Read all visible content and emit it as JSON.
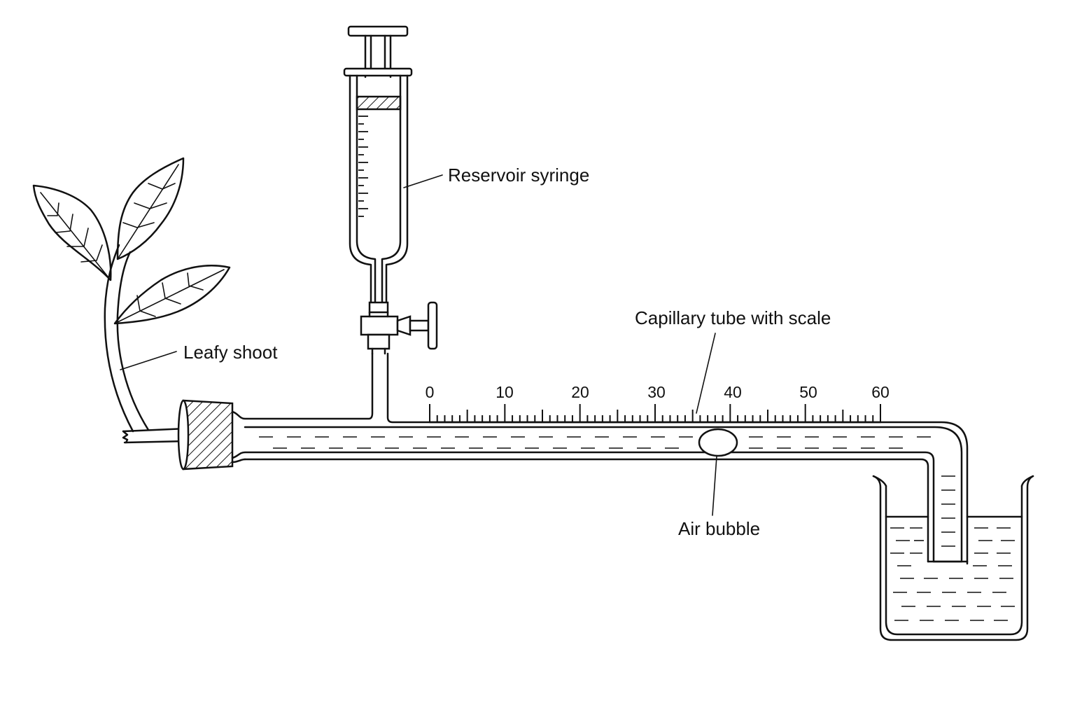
{
  "labels": {
    "reservoir": "Reservoir syringe",
    "capillary": "Capillary tube with scale",
    "shoot": "Leafy shoot",
    "bubble": "Air bubble"
  },
  "scale": {
    "numbers": [
      "0",
      "10",
      "20",
      "30",
      "40",
      "50",
      "60"
    ]
  },
  "colors": {
    "line": "#111111",
    "background": "#ffffff"
  }
}
